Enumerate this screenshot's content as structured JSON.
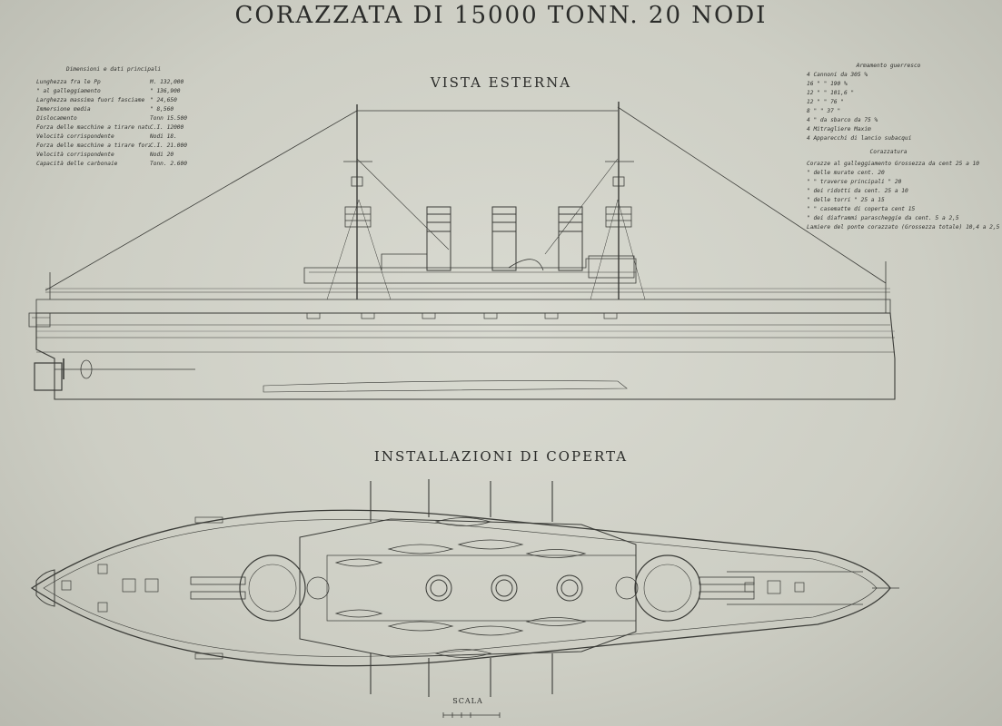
{
  "title": "CORAZZATA DI 15000 TONN. 20 NODI",
  "elevation_title": "VISTA ESTERNA",
  "plan_title": "INSTALLAZIONI DI COPERTA",
  "scale_label": "SCALA",
  "dimensions": {
    "header": "Dimensioni e dati principali",
    "rows": [
      {
        "label": "Lunghezza fra le Pp",
        "value": "M. 132,000"
      },
      {
        "label": "\" al galleggiamento",
        "value": "\" 136,900"
      },
      {
        "label": "Larghezza massima fuori fasciame",
        "value": "\" 24,650"
      },
      {
        "label": "Immersione media",
        "value": "\" 8,560"
      },
      {
        "label": "Dislocamento",
        "value": "Tonn 15.500"
      },
      {
        "label": "Forza delle macchine a tirare naturale",
        "value": "C.I. 12000"
      },
      {
        "label": "Velocità corrispondente",
        "value": "Nodi 18."
      },
      {
        "label": "Forza delle macchine a tirare forzato",
        "value": "C.I. 21.000"
      },
      {
        "label": "Velocità corrispondente",
        "value": "Nodi 20"
      },
      {
        "label": "Capacità delle carbonaie",
        "value": "Tonn. 2.600"
      }
    ]
  },
  "armament": {
    "header": "Armamento guerresco",
    "rows": [
      "4 Cannoni da 305 %",
      "16 \" \" 190 %",
      "12 \" \" 101,6 \"",
      "12 \" \" 76 \"",
      "8 \" \" 37 \"",
      "4 \" da sbarco da 75 %",
      "4 Mitragliere Maxim",
      "4 Apparecchi di lancio subacqui"
    ],
    "armor_header": "Corazzatura",
    "armor_rows": [
      "Corazze al galleggiamento   Grossezza da cent 25 a 10",
      "\"   delle murate   cent. 20",
      "\"   \" traverse principali   \" 20",
      "\"   dei ridotti   da cent. 25 a 10",
      "\"   delle torri   \" 25 a 15",
      "\"   \" casematte di coperta   cent 15",
      "\"   dei diaframmi parascheggie   da cent. 5 a 2,5",
      "Lamiere del ponte corazzato (Grossezza totale)   10,4 a 2,5"
    ]
  }
}
